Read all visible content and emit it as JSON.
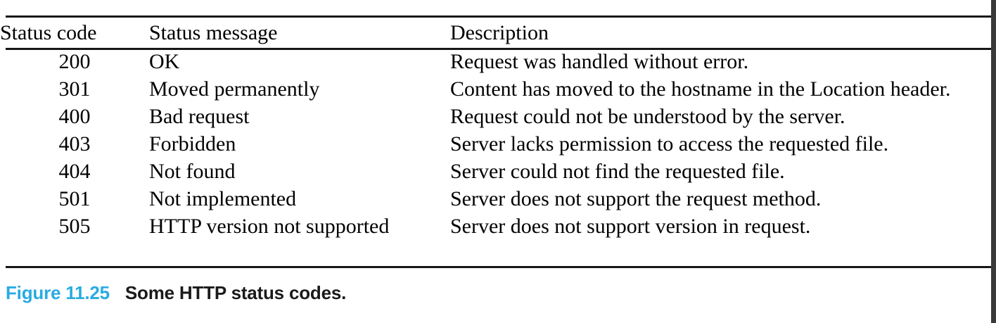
{
  "figure": {
    "caption_number": "Figure 11.25",
    "caption_title": "Some HTTP status codes.",
    "caption_accent_color": "#29abe2",
    "rule_color": "#171717"
  },
  "table": {
    "headers": {
      "code": "Status code",
      "message": "Status message",
      "description": "Description"
    },
    "rows": [
      {
        "code": "200",
        "message": "OK",
        "description": "Request was handled without error."
      },
      {
        "code": "301",
        "message": "Moved permanently",
        "description": "Content has moved to the hostname in the Location header."
      },
      {
        "code": "400",
        "message": "Bad request",
        "description": "Request could not be understood by the server."
      },
      {
        "code": "403",
        "message": "Forbidden",
        "description": "Server lacks permission to access the requested file."
      },
      {
        "code": "404",
        "message": "Not found",
        "description": "Server could not find the requested file."
      },
      {
        "code": "501",
        "message": "Not implemented",
        "description": "Server does not support the request method."
      },
      {
        "code": "505",
        "message": "HTTP version not supported",
        "description": "Server does not support version in request."
      }
    ]
  }
}
